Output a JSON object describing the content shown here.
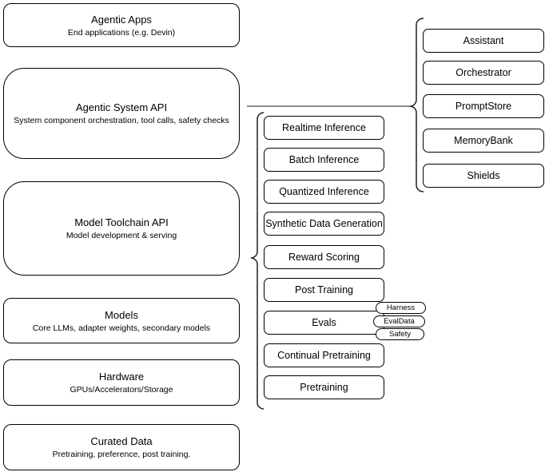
{
  "colors": {
    "border": "#000000",
    "bg": "#ffffff",
    "connector": "#8c8c8c",
    "brace": "#1f1f1f",
    "text": "#000000"
  },
  "left_column": [
    {
      "title": "Agentic Apps",
      "subtitle": "End applications (e.g. Devin)"
    },
    {
      "title": "Agentic System API",
      "subtitle": "System component orchestration, tool calls, safety checks"
    },
    {
      "title": "Model Toolchain API",
      "subtitle": "Model development & serving"
    },
    {
      "title": "Models",
      "subtitle": "Core LLMs, adapter weights, secondary models"
    },
    {
      "title": "Hardware",
      "subtitle": "GPUs/Accelerators/Storage"
    },
    {
      "title": "Curated Data",
      "subtitle": "Pretraining, preference, post training."
    }
  ],
  "middle_column": [
    "Realtime Inference",
    "Batch Inference",
    "Quantized Inference",
    "Synthetic Data Generation",
    "Reward Scoring",
    "Post Training",
    "Evals",
    "Continual Pretraining",
    "Pretraining"
  ],
  "evals_tags": [
    "Harness",
    "EvalData",
    "Safety"
  ],
  "right_column": [
    "Assistant",
    "Orchestrator",
    "PromptStore",
    "MemoryBank",
    "Shields"
  ]
}
